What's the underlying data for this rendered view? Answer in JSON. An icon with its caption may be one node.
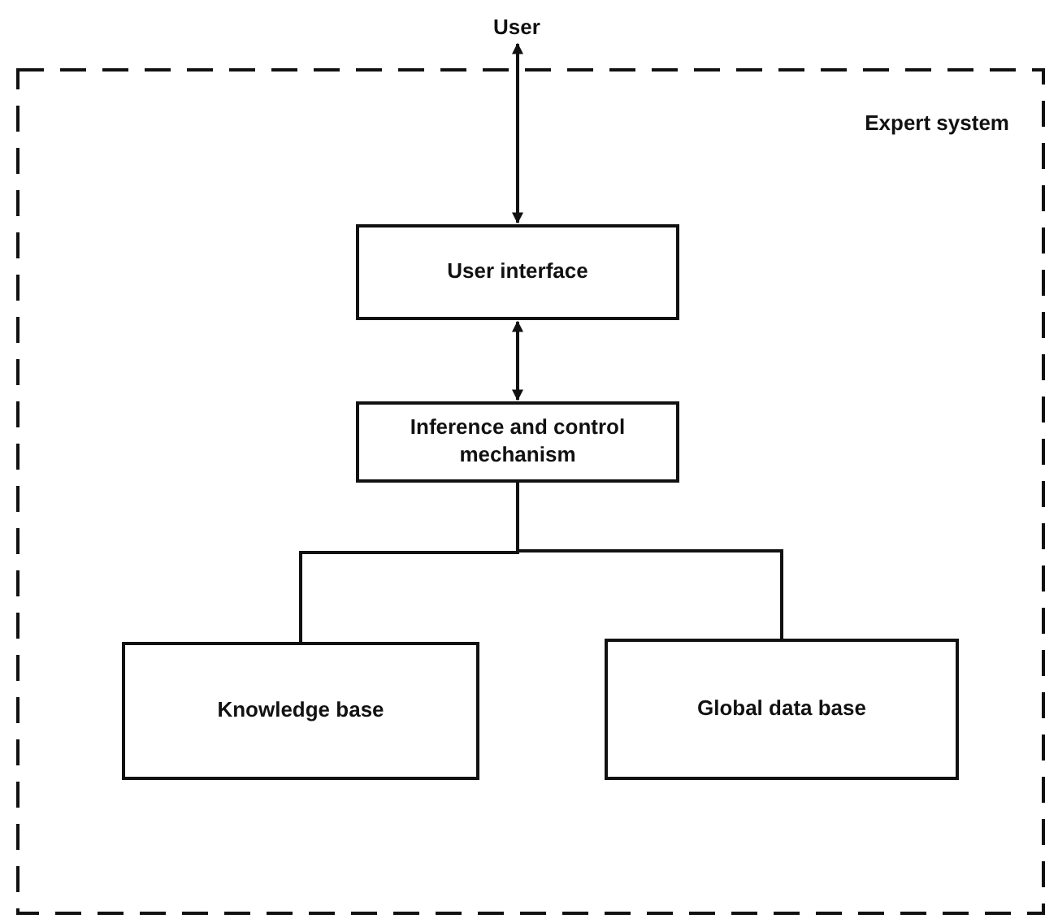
{
  "diagram": {
    "nodes": [
      {
        "text": [
          "User"
        ]
      },
      {
        "text": [
          "Expert system"
        ]
      },
      {
        "text": [
          "User interface"
        ],
        "in": 1
      },
      {
        "text": [
          "Inference and control mechanism"
        ],
        "in": 1
      },
      {
        "text": [
          "Knowledge base"
        ],
        "in": 1
      },
      {
        "text": [
          "Global data base"
        ],
        "in": 1
      }
    ],
    "edges": [
      {
        "from": 0,
        "to": 2,
        "arrow": "both"
      },
      {
        "from": 2,
        "to": 3,
        "arrow": "both"
      },
      {
        "from": 3,
        "to": 4,
        "arrow": "none"
      },
      {
        "from": 3,
        "to": 5,
        "arrow": "none"
      }
    ]
  }
}
